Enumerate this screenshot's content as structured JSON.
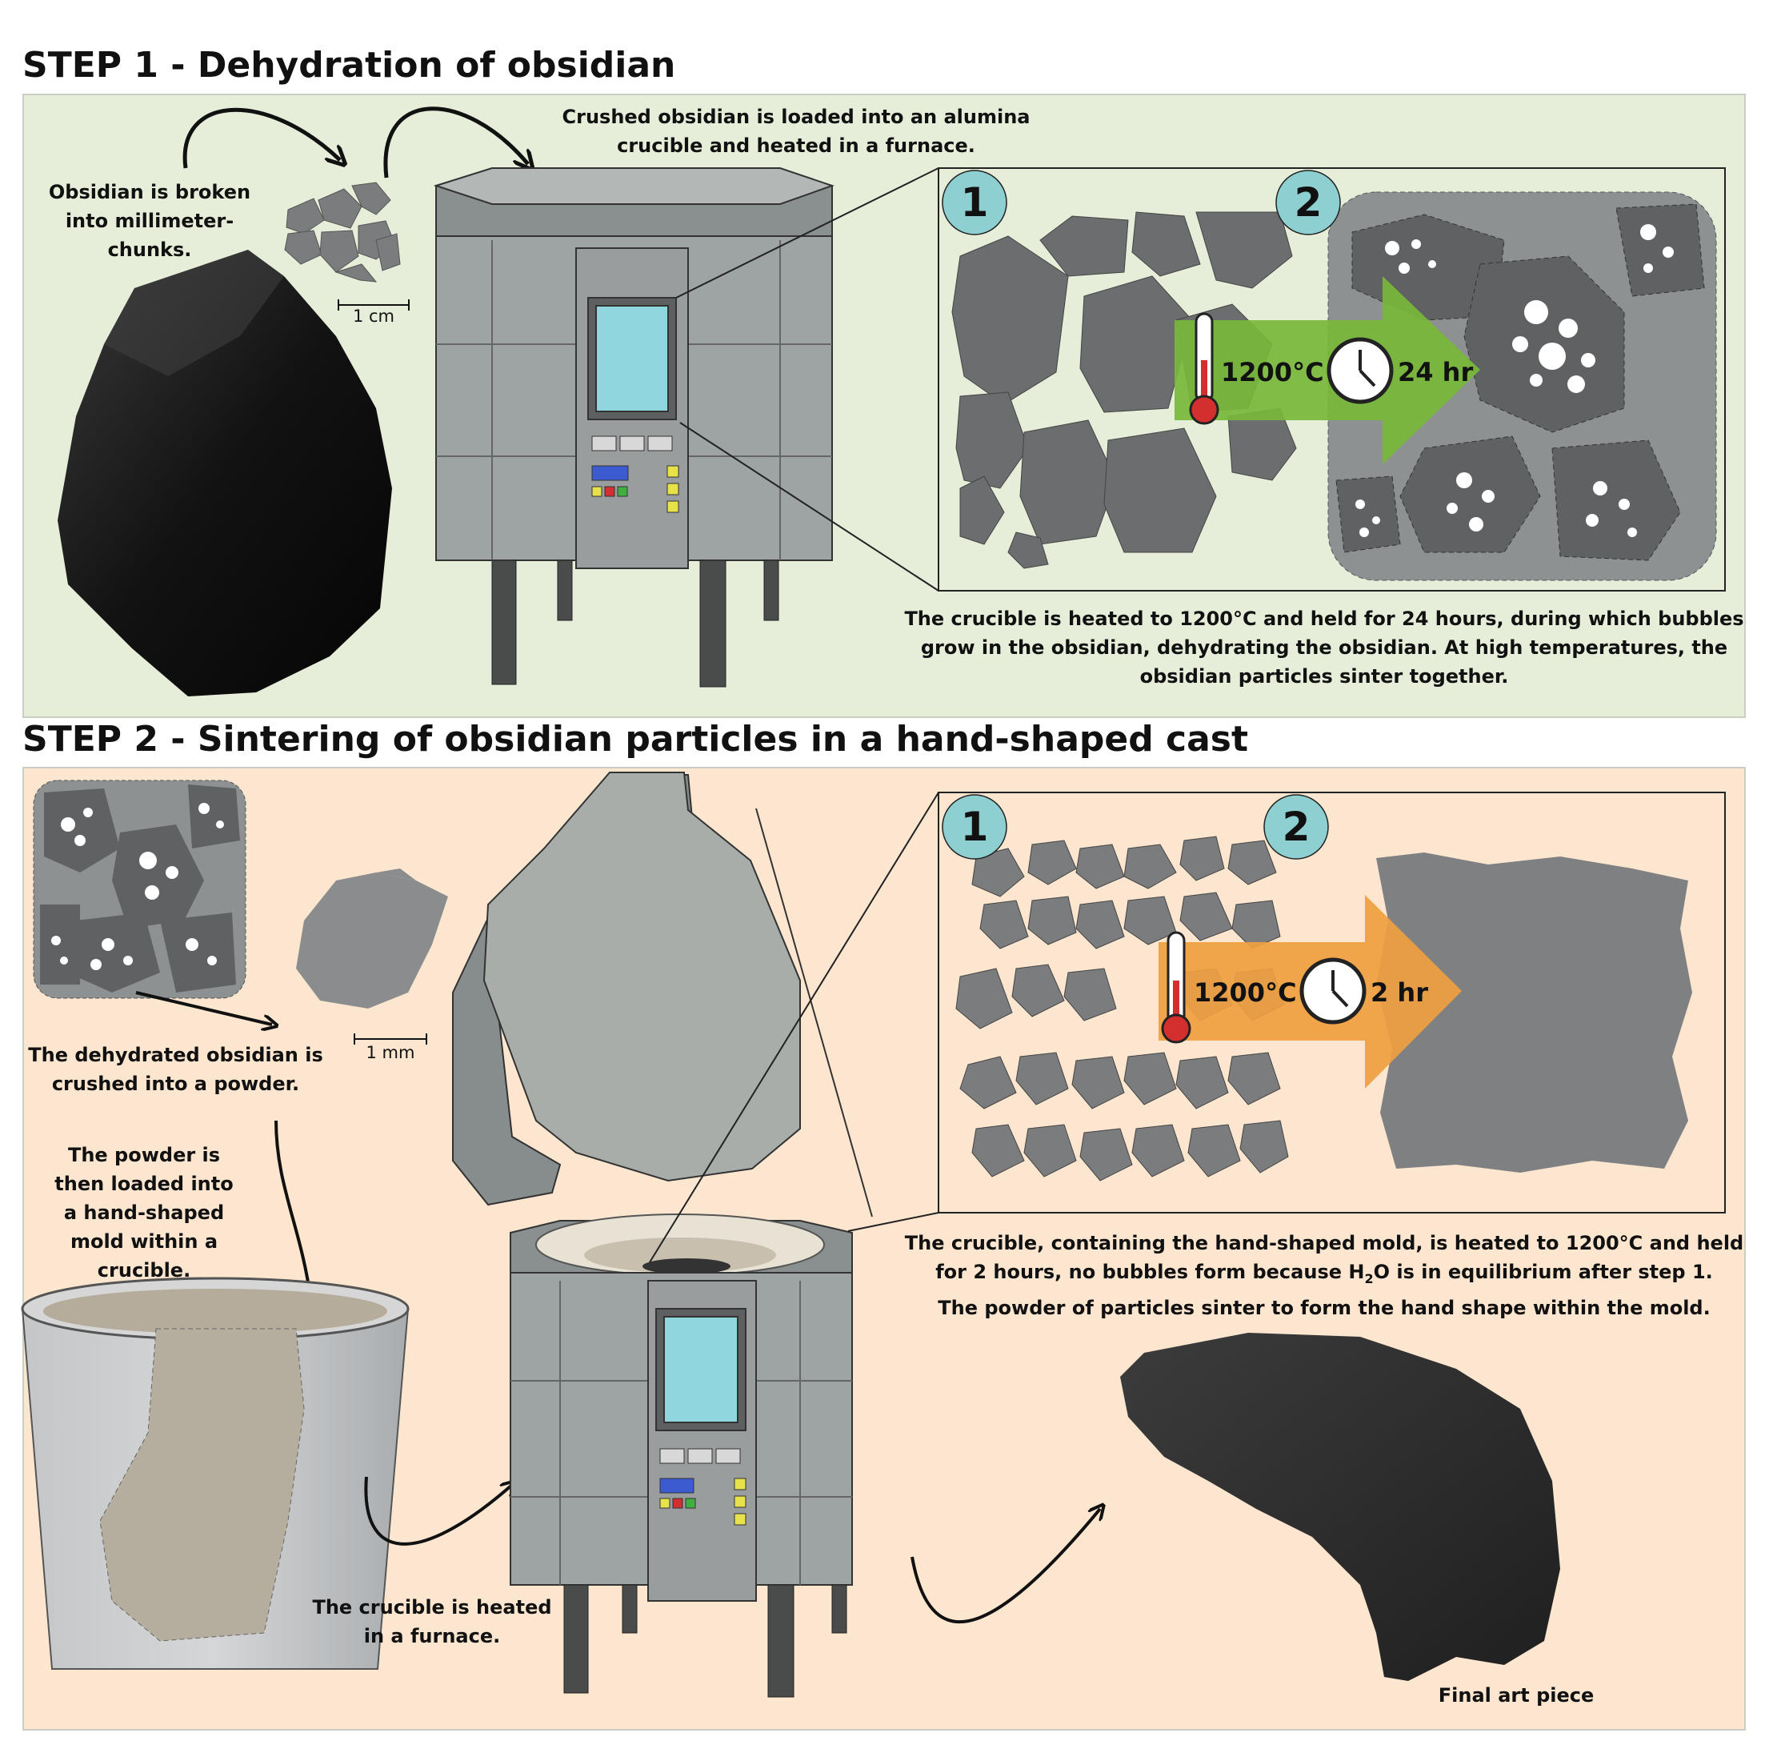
{
  "step1": {
    "heading": "STEP 1 - Dehydration of obsidian",
    "panel_color": "#e6eed9",
    "captions": {
      "broken": "Obsidian is broken into millimeter-chunks.",
      "loaded": "Crushed obsidian is loaded into an alumina crucible and heated in a furnace.",
      "heated": "The crucible is heated to 1200°C and held for 24 hours, during which bubbles grow in the obsidian, dehydrating the obsidian.  At high temperatures, the obsidian particles sinter together."
    },
    "scale_bar": "1 cm",
    "inset": {
      "stage1": "1",
      "stage2": "2",
      "temperature": "1200°C",
      "duration": "24 hr",
      "arrow_color": "#78b83a"
    }
  },
  "step2": {
    "heading": "STEP 2 - Sintering of obsidian particles in a hand-shaped cast",
    "panel_color": "#fde6cf",
    "captions": {
      "crushed": "The dehydrated obsidian is crushed into a powder.",
      "mold": "The powder is then loaded into a hand-shaped mold within a crucible.",
      "furnace": "The crucible is heated in a furnace.",
      "heated_a": "The crucible, containing the hand-shaped mold, is heated to 1200°C and held",
      "heated_b1": "for 2 hours, no bubbles form because H",
      "heated_sub": "2",
      "heated_b2": "O is in equilibrium after step 1.",
      "heated_c": "The powder of particles sinter to form the hand shape within the mold.",
      "final": "Final art piece"
    },
    "scale_bar": "1 mm",
    "inset": {
      "stage1": "1",
      "stage2": "2",
      "temperature": "1200°C",
      "duration": "2 hr",
      "arrow_color": "#f0a040"
    }
  },
  "colors": {
    "stage_circle": "#8ecfd2",
    "furnace_body": "#9ea3a3",
    "furnace_screen": "#8fd6de",
    "obsidian": "#111111",
    "particle": "#6b6d6e"
  },
  "icons": [
    "thermometer-icon",
    "clock-icon",
    "curved-arrow-icon"
  ]
}
